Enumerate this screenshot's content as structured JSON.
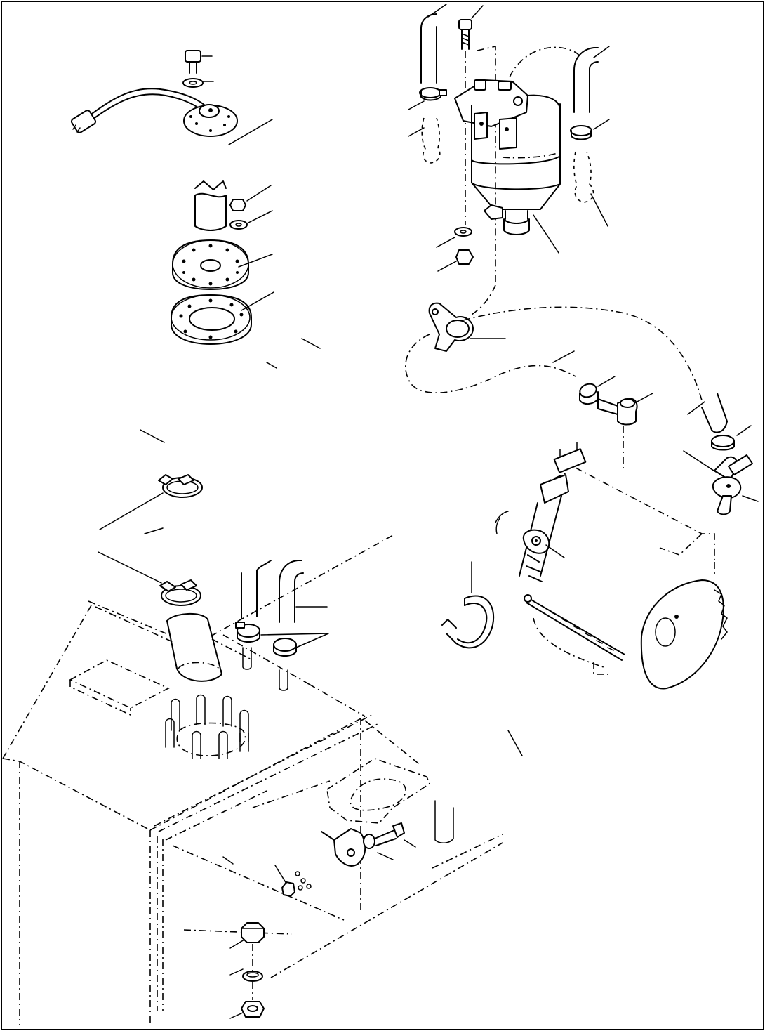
{
  "diagram": {
    "style": "exploded parts illustration, black line art on white",
    "colors": {
      "line": "#000000",
      "background": "#ffffff"
    },
    "parts": [
      "fuel-level-sensor",
      "sensor-bolt",
      "sensor-washer",
      "sensor-wire-harness",
      "sensor-flange-plate",
      "sensor-gasket",
      "stud-nut",
      "stud-washer",
      "fuel-filter-water-separator",
      "filter-mount-bolt",
      "filter-nut",
      "filter-washer",
      "fuel-hose-inlet",
      "fuel-hose-outlet",
      "hose-clamp",
      "hose-clip-bracket",
      "drain-valve-cock",
      "fuel-tank",
      "filler-neck-hose",
      "tank-flange-gasket",
      "tank-drain-plug",
      "drain-plug-washer",
      "drain-plug-nut",
      "band-strap",
      "engine-block",
      "flywheel-housing"
    ]
  }
}
